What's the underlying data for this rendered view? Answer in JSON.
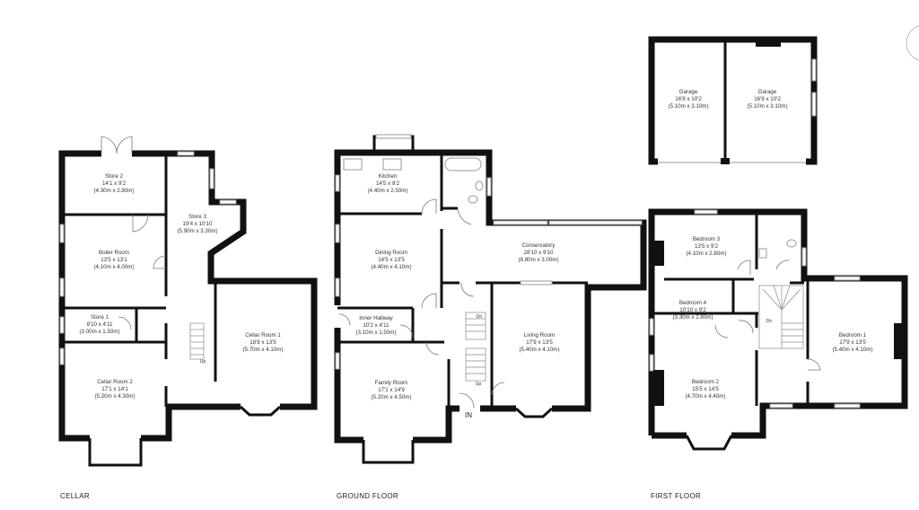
{
  "floors": {
    "cellar": {
      "label": "CELLAR",
      "rooms": [
        {
          "name": "Store 2",
          "imperial": "14'1 x 9'2",
          "metric": "(4.30m x 2.80m)"
        },
        {
          "name": "Store 3",
          "imperial": "19'4 x 10'10",
          "metric": "(5.90m x 3.30m)"
        },
        {
          "name": "Boiler Room",
          "imperial": "13'5 x 13'1",
          "metric": "(4.10m x 4.00m)"
        },
        {
          "name": "Store 1",
          "imperial": "9'10 x 4'11",
          "metric": "(3.00m x 1.50m)"
        },
        {
          "name": "Cellar Room 2",
          "imperial": "17'1 x 14'1",
          "metric": "(5.20m x 4.30m)"
        },
        {
          "name": "Cellar Room 1",
          "imperial": "18'8 x 13'5",
          "metric": "(5.70m x 4.10m)"
        }
      ],
      "stairs_label": "Up"
    },
    "ground": {
      "label": "GROUND FLOOR",
      "rooms": [
        {
          "name": "Kitchen",
          "imperial": "14'5 x 8'2",
          "metric": "(4.40m x 2.50m)"
        },
        {
          "name": "Dining Room",
          "imperial": "14'5 x 13'5",
          "metric": "(4.40m x 4.10m)"
        },
        {
          "name": "Inner Hallway",
          "imperial": "10'2 x 4'11",
          "metric": "(3.10m x 1.50m)"
        },
        {
          "name": "Family Room",
          "imperial": "17'1 x 14'9",
          "metric": "(5.20m x 4.50m)"
        },
        {
          "name": "Conservatory",
          "imperial": "28'10 x 9'10",
          "metric": "(8.80m x 3.00m)"
        },
        {
          "name": "Living Room",
          "imperial": "17'9 x 13'5",
          "metric": "(5.40m x 4.10m)"
        }
      ],
      "stairs_down_label": "Dn",
      "stairs_up_label": "Up",
      "entrance_label": "IN"
    },
    "first": {
      "label": "FIRST FLOOR",
      "rooms": [
        {
          "name": "Garage",
          "imperial": "16'9 x 10'2",
          "metric": "(5.10m x 3.10m)"
        },
        {
          "name": "Garage",
          "imperial": "16'9 x 10'2",
          "metric": "(5.10m x 3.10m)"
        },
        {
          "name": "Bedroom 3",
          "imperial": "13'5 x 9'2",
          "metric": "(4.10m x 2.80m)"
        },
        {
          "name": "Bedroom 4",
          "imperial": "10'10 x 9'2",
          "metric": "(3.30m x 2.80m)"
        },
        {
          "name": "Bedroom 2",
          "imperial": "15'5 x 14'5",
          "metric": "(4.70m x 4.40m)"
        },
        {
          "name": "Bedroom 1",
          "imperial": "17'9 x 13'5",
          "metric": "(5.40m x 4.10m)"
        }
      ],
      "stairs_label": "Dn"
    }
  },
  "icons": {
    "compass": "compass-icon"
  },
  "colors": {
    "walls": "#111111",
    "background": "#ffffff"
  }
}
